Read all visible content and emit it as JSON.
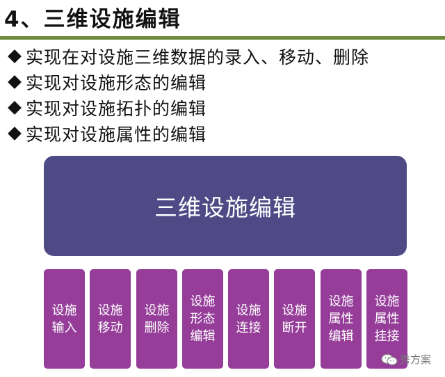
{
  "title": "4、三维设施编辑",
  "bullets": [
    "实现在对设施三维数据的录入、移动、删除",
    "实现对设施形态的编辑",
    "实现对设施拓扑的编辑",
    "实现对设施属性的编辑"
  ],
  "diagram": {
    "root": "三维设施编辑",
    "children": [
      "设施输入",
      "设施移动",
      "设施删除",
      "设施形态编辑",
      "设施连接",
      "设施断开",
      "设施属性编辑",
      "设施属性挂接"
    ]
  },
  "watermark": {
    "text": "秀方案",
    "icon": "wechat-icon"
  },
  "colors": {
    "rule": "#6f8a3a",
    "root_box": "#4f4a86",
    "child_box": "#953d99"
  }
}
